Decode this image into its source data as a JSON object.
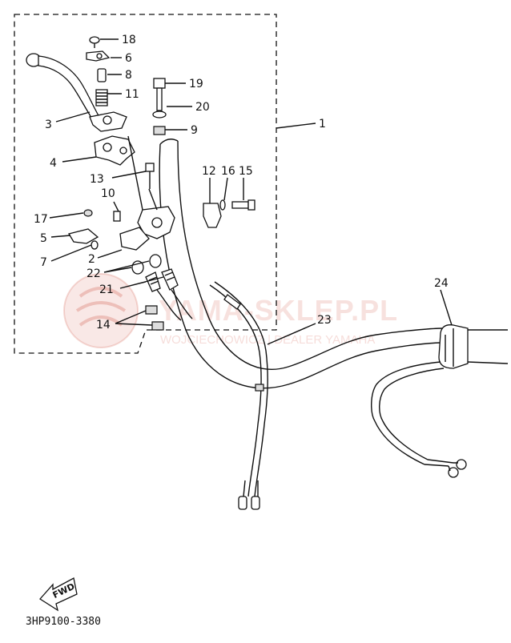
{
  "diagram": {
    "part_code": "3HP9100-3380",
    "direction_label": "FWD",
    "watermark": {
      "main": "YAMA-SKLEP.PL",
      "sub": "WOJCIECHOWICZ | DEALER YAMAHA"
    },
    "callouts": [
      "18",
      "6",
      "8",
      "11",
      "3",
      "19",
      "20",
      "9",
      "1",
      "4",
      "13",
      "12",
      "16",
      "15",
      "10",
      "17",
      "5",
      "7",
      "2",
      "22",
      "21",
      "14",
      "23",
      "24"
    ]
  }
}
